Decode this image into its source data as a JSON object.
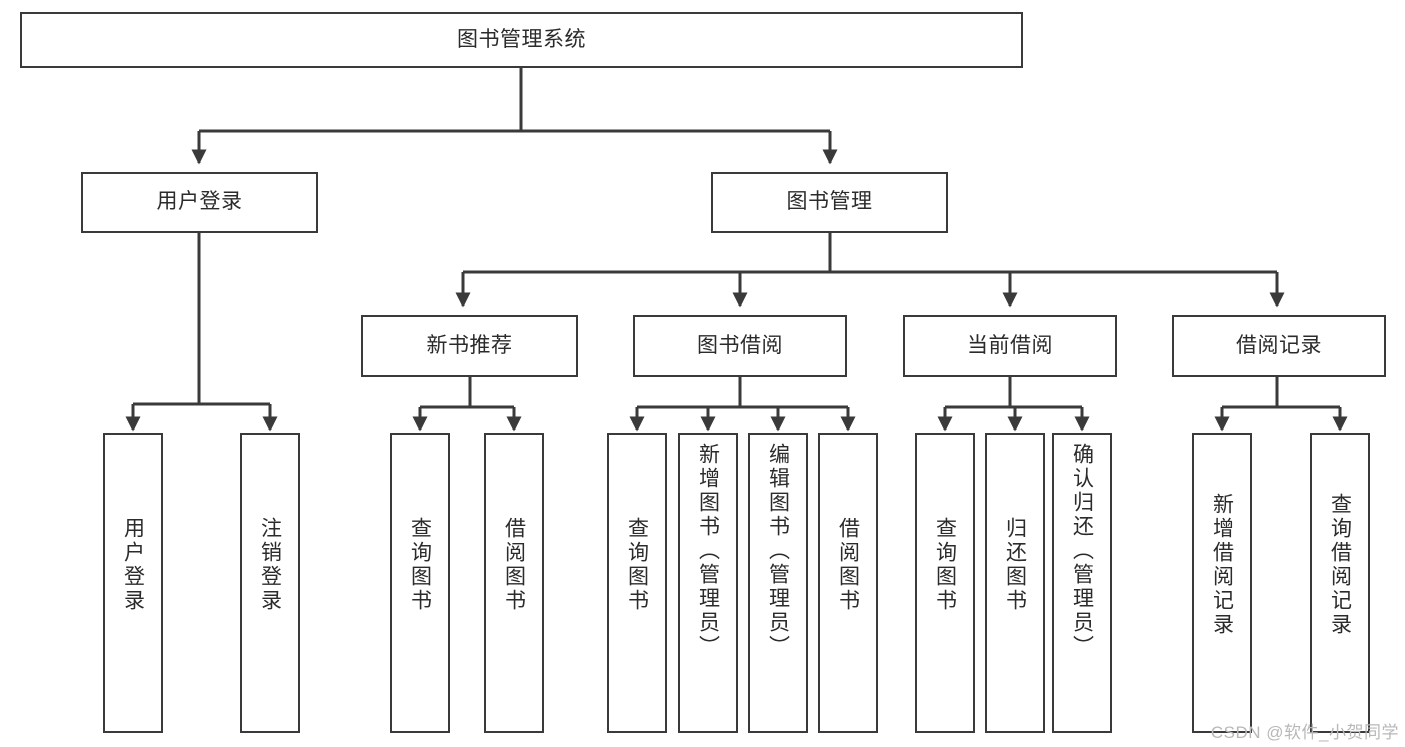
{
  "diagram": {
    "title": "图书管理系统",
    "type": "tree-hierarchy-chart",
    "root": {
      "label": "图书管理系统"
    },
    "level2": [
      {
        "label": "用户登录"
      },
      {
        "label": "图书管理"
      }
    ],
    "level3": [
      {
        "label": "新书推荐"
      },
      {
        "label": "图书借阅"
      },
      {
        "label": "当前借阅"
      },
      {
        "label": "借阅记录"
      }
    ],
    "leaves": {
      "user_login": [
        {
          "label": "用户登录"
        },
        {
          "label": "注销登录"
        }
      ],
      "new_book_recommend": [
        {
          "label": "查询图书"
        },
        {
          "label": "借阅图书"
        }
      ],
      "book_borrow": [
        {
          "label": "查询图书"
        },
        {
          "label": "新增图书（管理员）"
        },
        {
          "label": "编辑图书（管理员）"
        },
        {
          "label": "借阅图书"
        }
      ],
      "current_borrow": [
        {
          "label": "查询图书"
        },
        {
          "label": "归还图书"
        },
        {
          "label": "确认归还（管理员）"
        }
      ],
      "borrow_records": [
        {
          "label": "新增借阅记录"
        },
        {
          "label": "查询借阅记录"
        }
      ]
    }
  },
  "watermark": {
    "text": "CSDN @软件_小贺同学"
  },
  "colors": {
    "border": "#3a3a3a",
    "text": "#2b2b2b",
    "background": "#ffffff",
    "watermark": "#b8b8b8"
  }
}
